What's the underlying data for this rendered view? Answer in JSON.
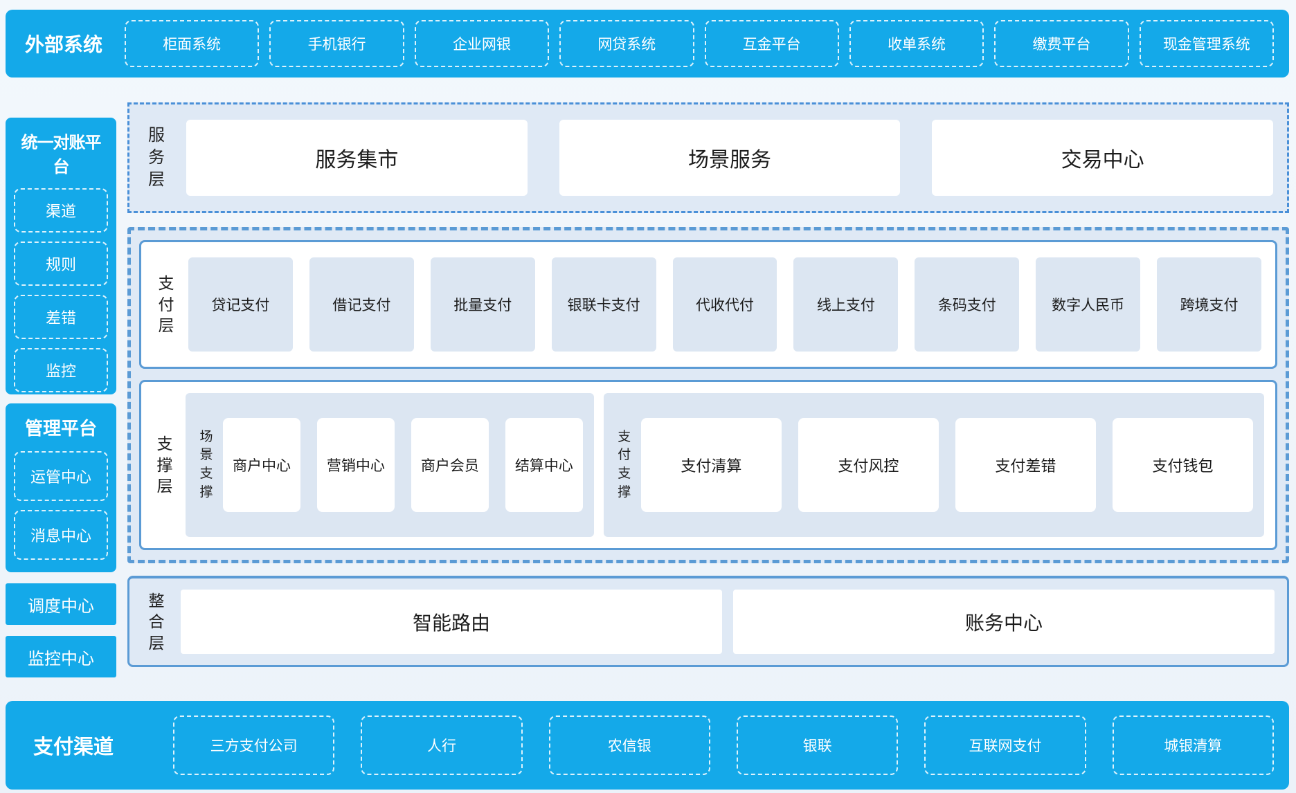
{
  "colors": {
    "bright_blue": "#14a9e9",
    "panel_light_blue": "#dfe9f5",
    "item_light_blue": "#dce6f2",
    "border_blue": "#5b9bd5",
    "dash_dot_blue": "#4a90d8",
    "white": "#ffffff",
    "dark_text": "#222222"
  },
  "top_bar": {
    "title": "外部系统",
    "items": [
      "柜面系统",
      "手机银行",
      "企业网银",
      "网贷系统",
      "互金平台",
      "收单系统",
      "缴费平台",
      "现金管理系统"
    ]
  },
  "sidebar": {
    "blocks": [
      {
        "title": "统一对账平台",
        "items": [
          "渠道",
          "规则",
          "差错",
          "监控"
        ]
      },
      {
        "title": "管理平台",
        "items": [
          "运管中心",
          "消息中心"
        ]
      }
    ],
    "solo_items": [
      "调度中心",
      "监控中心"
    ]
  },
  "main": {
    "service_layer": {
      "label": "服务层",
      "items": [
        "服务集市",
        "场景服务",
        "交易中心"
      ]
    },
    "payment_layer": {
      "label": "支付层",
      "items": [
        "贷记支付",
        "借记支付",
        "批量支付",
        "银联卡支付",
        "代收代付",
        "线上支付",
        "条码支付",
        "数字人民币",
        "跨境支付"
      ]
    },
    "support_layer": {
      "label": "支撑层",
      "groups": [
        {
          "label": "场景支撑",
          "items": [
            "商户中心",
            "营销中心",
            "商户会员",
            "结算中心"
          ]
        },
        {
          "label": "支付支撑",
          "items": [
            "支付清算",
            "支付风控",
            "支付差错",
            "支付钱包"
          ]
        }
      ]
    },
    "integration_layer": {
      "label": "整合层",
      "items": [
        "智能路由",
        "账务中心"
      ]
    }
  },
  "bottom_bar": {
    "title": "支付渠道",
    "items": [
      "三方支付公司",
      "人行",
      "农信银",
      "银联",
      "互联网支付",
      "城银清算"
    ]
  }
}
